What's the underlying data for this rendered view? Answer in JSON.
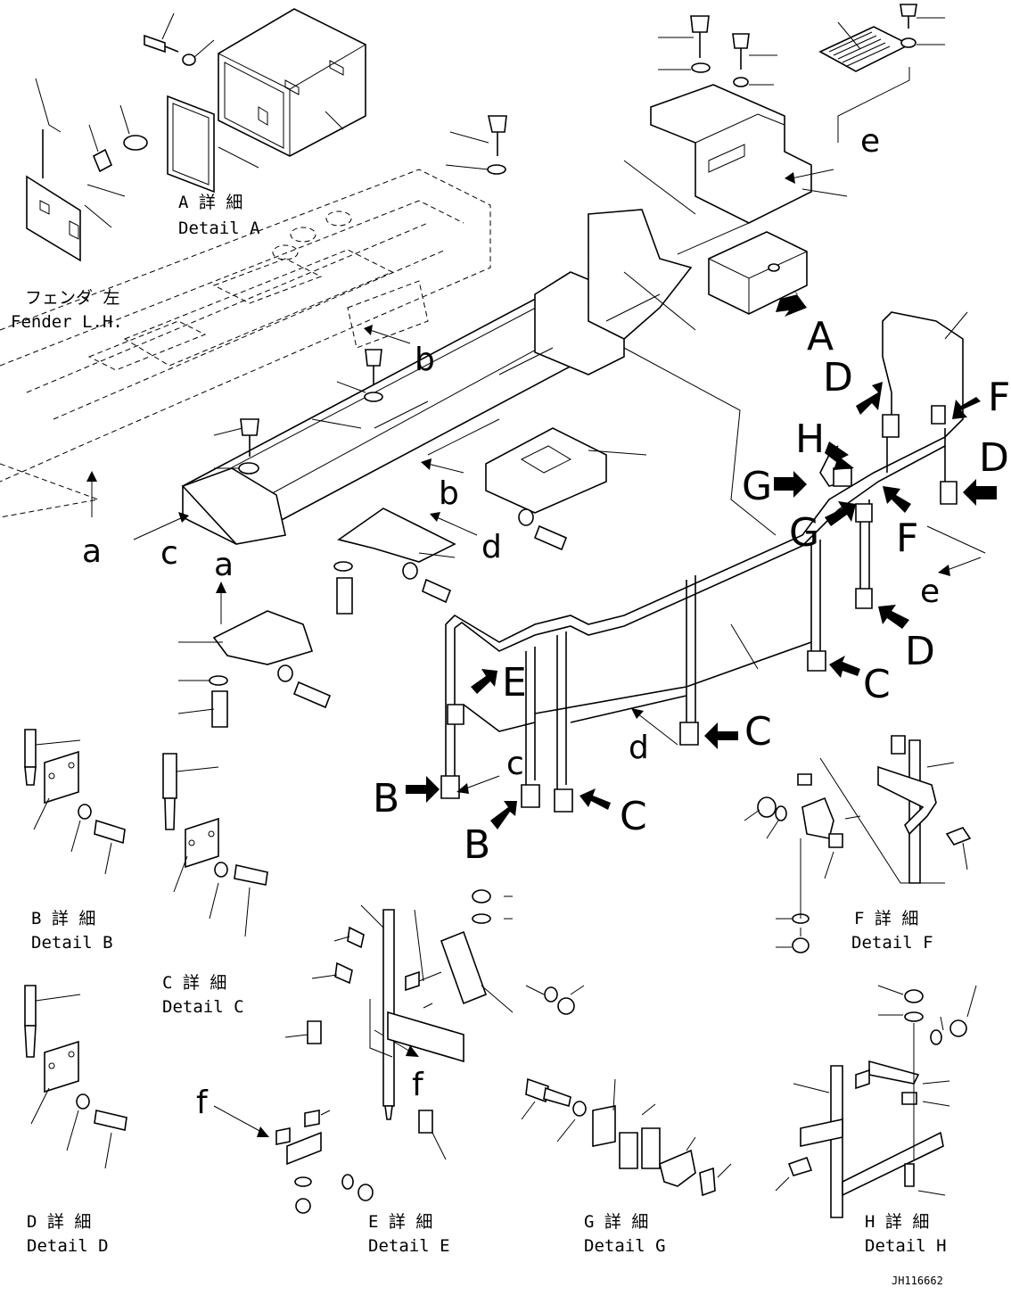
{
  "detail_labels": {
    "A_jp": "A 詳 細",
    "A_en": "Detail A",
    "B_jp": "B 詳 細",
    "B_en": "Detail B",
    "C_jp": "C 詳 細",
    "C_en": "Detail C",
    "D_jp": "D 詳 細",
    "D_en": "Detail D",
    "E_jp": "E 詳 細",
    "E_en": "Detail E",
    "F_jp": "F 詳 細",
    "F_en": "Detail F",
    "G_jp": "G 詳 細",
    "G_en": "Detail G",
    "H_jp": "H 詳 細",
    "H_en": "Detail H"
  },
  "fender": {
    "jp": "フェンダ 左",
    "en": "Fender L.H."
  },
  "callouts": {
    "A": "A",
    "B": "B",
    "C": "C",
    "D": "D",
    "E": "E",
    "F": "F",
    "G": "G",
    "H": "H",
    "a": "a",
    "b": "b",
    "c": "c",
    "d": "d",
    "e": "e",
    "f": "f"
  },
  "drawing_code": "JH116662"
}
